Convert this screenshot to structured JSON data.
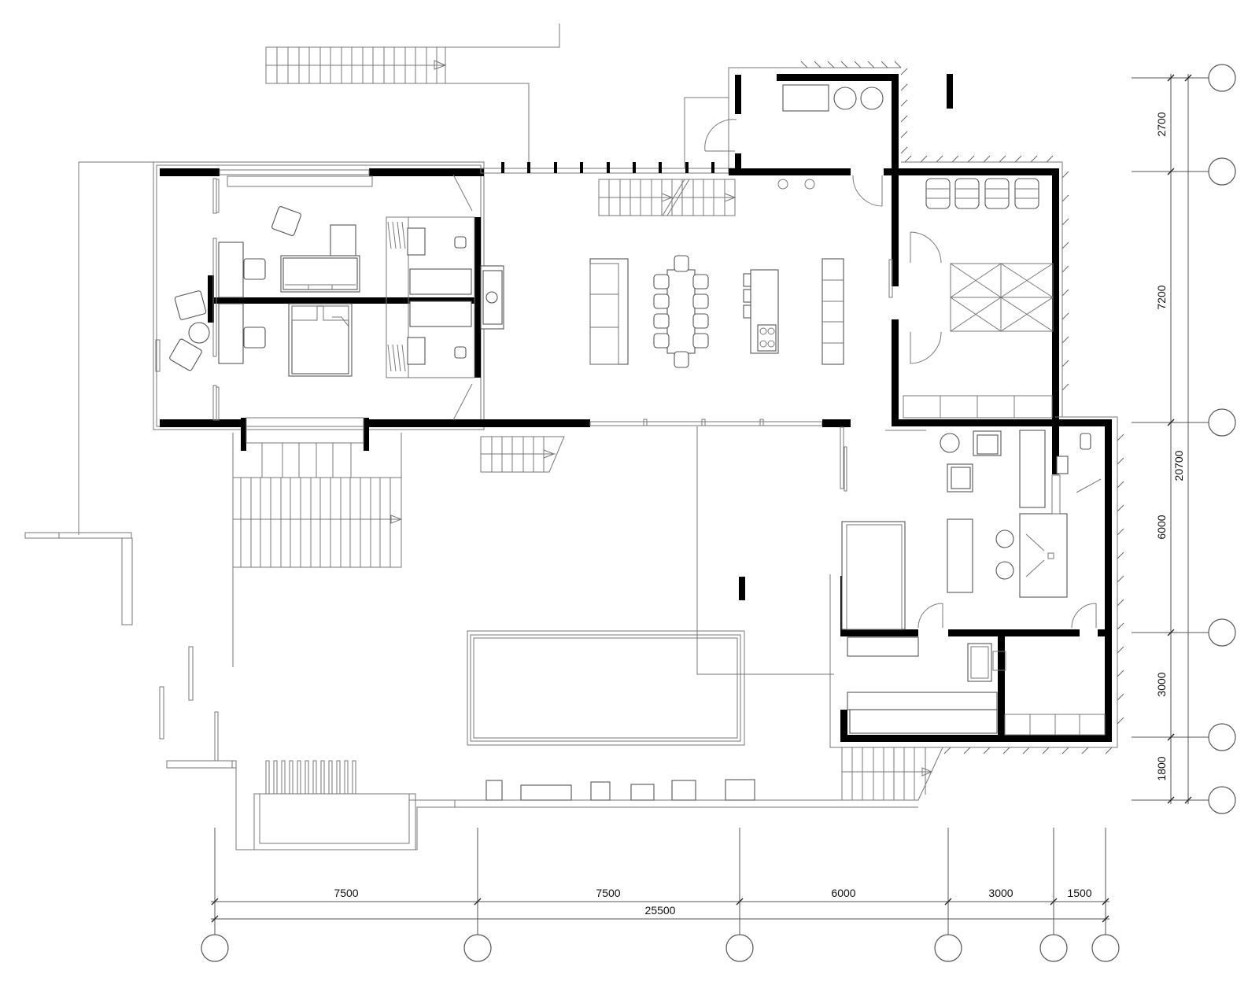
{
  "drawing": {
    "type": "architectural-floor-plan",
    "units": "mm"
  },
  "dimensions": {
    "horizontal": {
      "segments": [
        "7500",
        "7500",
        "6000",
        "3000",
        "1500"
      ],
      "total": "25500"
    },
    "vertical": {
      "segments": [
        "2700",
        "7200",
        "6000",
        "3000",
        "1800"
      ],
      "total": "20700"
    }
  },
  "grid_bubbles": {
    "horizontal_count": 6,
    "vertical_count": 6
  },
  "colors": {
    "walls": "#000000",
    "lines": "#555555",
    "background": "#ffffff"
  }
}
